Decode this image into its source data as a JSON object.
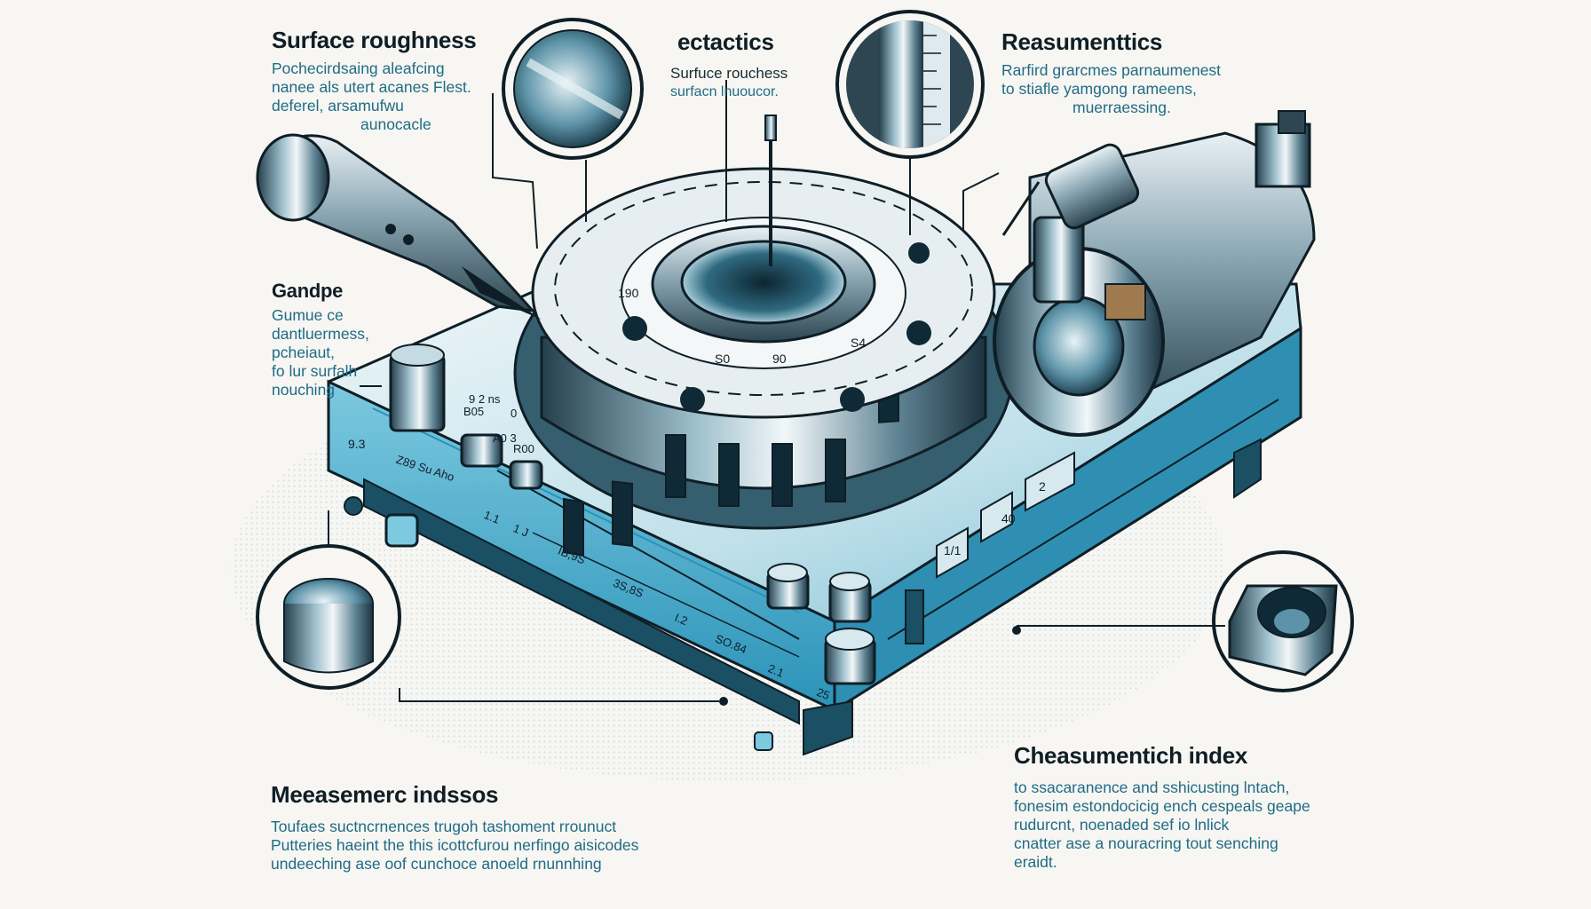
{
  "colors": {
    "ink": "#0f1e26",
    "cyan": "#3aa7c9",
    "cyan_dark": "#1f6b86",
    "steel": "#6d8a99",
    "paper": "#f7f6f2"
  },
  "icons": [
    "gauge-probe-icon",
    "roughness-sample-icon",
    "scale-loupe-icon",
    "dial-indicator-icon",
    "knob-icon",
    "cup-insert-icon"
  ],
  "callouts": {
    "surface_roughness": {
      "heading": "Surface roughness",
      "lines": [
        "Pochecirdsaing aleafcing",
        "nanee als utert acanes Flest.",
        "deferel, arsamufwu",
        "aunocacle"
      ]
    },
    "ectactics": {
      "heading": "ectactics",
      "lines": [
        "Surfuce rouchess",
        "surfacn lnuoucor."
      ]
    },
    "reasumenttics": {
      "heading": "Reasumenttics",
      "lines": [
        "Rarfird grarcmes parnaumenest",
        "to stiafle yamgong rameens,",
        "muerraessing."
      ]
    },
    "gandpe": {
      "heading": "Gandpe",
      "lines": [
        "Gumue ce",
        "dantluermess,",
        "pcheiaut,",
        "fo lur surfalh",
        "nouching"
      ]
    },
    "measemerc": {
      "heading": "Meeasemerc indssos",
      "lines": [
        "Toufaes suctncrnences trugoh tashoment rrounuct",
        "Putteries haeint the this icottcfurou nerfingo aisicodes",
        "undeeching ase oof cunchoce anoeld rnunnhing"
      ]
    },
    "cheasument": {
      "heading": "Cheasumentich index",
      "lines": [
        "to ssacaranence and sshicusting lntach,",
        "fonesim estondocicig ench cespeals geape",
        "rudurcnt, noenaded sef io lnlick",
        "cnatter ase a nouracring tout senching",
        "eraidt."
      ]
    }
  },
  "device_markings": {
    "dial": [
      "190",
      "S0",
      "90",
      "S4"
    ],
    "panel_left": [
      "9.3",
      "9 2 ns",
      "B05",
      "0",
      "A0 3",
      "R00",
      "Z89 Su Aho"
    ],
    "scale": [
      "1.1",
      "1 J",
      "IB,9S",
      "3S,8S",
      "I.2",
      "SO.84",
      "2.1",
      "25"
    ],
    "panel_right": [
      "1/1",
      "40",
      "2"
    ]
  }
}
